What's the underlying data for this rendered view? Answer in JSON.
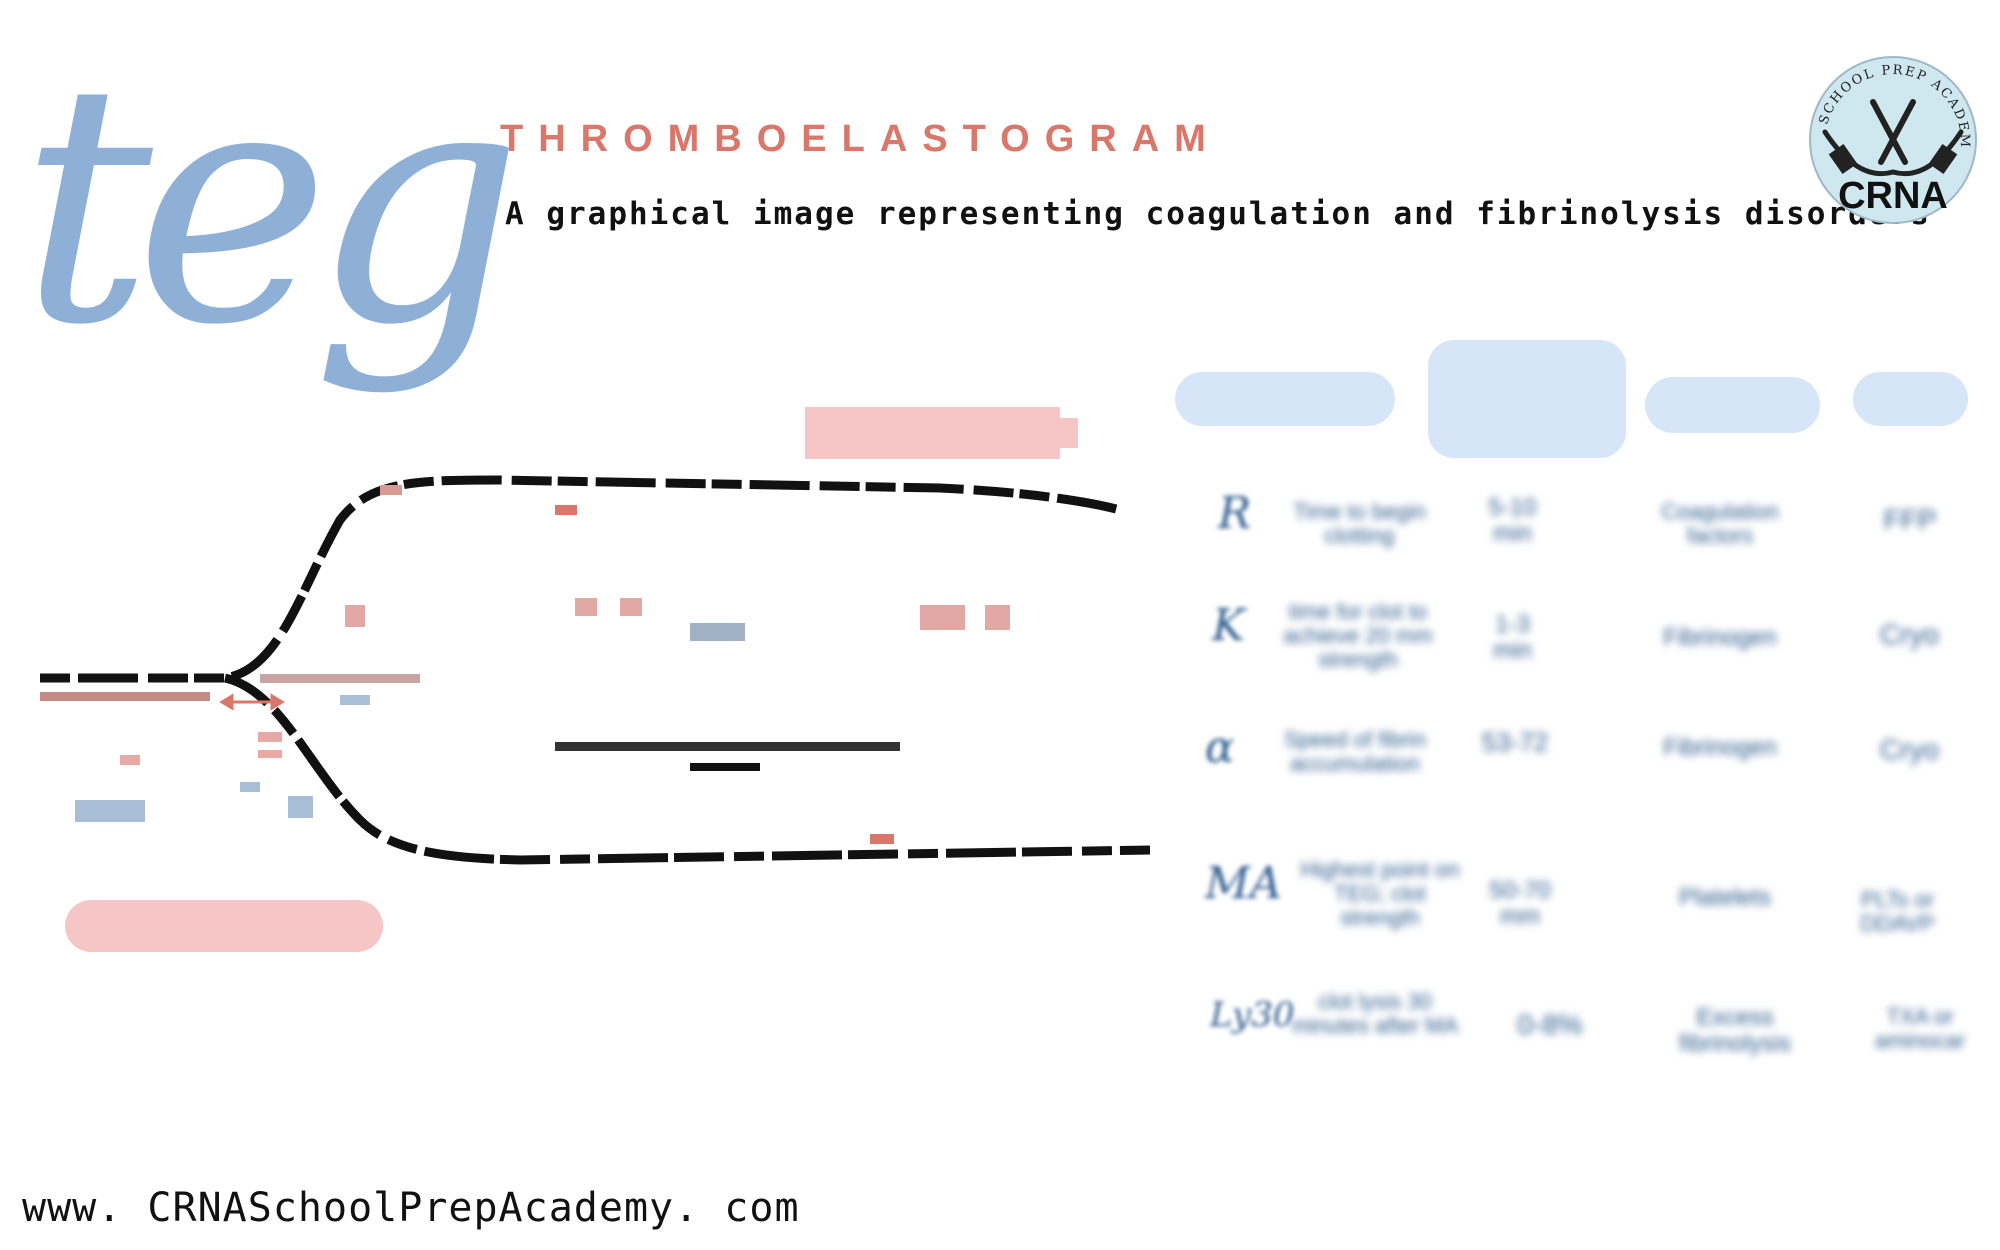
{
  "header": {
    "big_word": "teg",
    "title": "THROMBOELASTOGRAM",
    "subtitle": "A graphical image representing coagulation and fibrinolysis disorders"
  },
  "logo": {
    "arc_text": "SCHOOL PREP ACADEMY",
    "name": "CRNA",
    "icon": "crossed-anesthesia-tools-icon",
    "bg_color": "#cfe8ef"
  },
  "table": {
    "rows": [
      {
        "param": "R",
        "description": "Time to begin clotting",
        "normal": "5-10 min",
        "component": "Coagulation factors",
        "treatment": "FFP"
      },
      {
        "param": "K",
        "description": "time for clot to achieve 20 mm strength",
        "normal": "1-3 min",
        "component": "Fibrinogen",
        "treatment": "Cryo"
      },
      {
        "param": "α",
        "description": "Speed of fibrin accumulation",
        "normal": "53-72",
        "component": "Fibrinogen",
        "treatment": "Cryo"
      },
      {
        "param": "MA",
        "description": "Highest point on TEG; clot strength",
        "normal": "50-70 mm",
        "component": "Platelets",
        "treatment": "PLTs or DDAVP"
      },
      {
        "param": "Ly30",
        "description": "clot lysis 30 minutes after MA",
        "normal": "0-8%",
        "component": "Excess fibrinolysis",
        "treatment": "TXA or aminocar"
      }
    ]
  },
  "colors": {
    "accent_blue": "#8fb0d6",
    "title_coral": "#d9776b",
    "pill_blue": "#d6e6f8",
    "redaction_pink": "#f6c6c6",
    "table_ink": "#2d5b8e"
  },
  "footer": {
    "url": "www. CRNASchoolPrepAcademy. com"
  }
}
